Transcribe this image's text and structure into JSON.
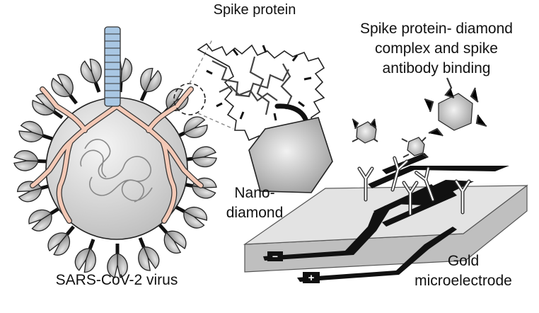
{
  "labels": {
    "spike_protein": "Spike protein",
    "complex_line1": "Spike protein- diamond",
    "complex_line2": "complex and spike",
    "complex_line3": "antibody binding",
    "nano_line1": "Nano-",
    "nano_line2": "diamond",
    "virus": "SARS-CoV-2 virus",
    "gold_line1": "Gold",
    "gold_line2": "microelectrode"
  },
  "electrode_terminals": {
    "negative": "−",
    "positive": "+"
  },
  "colors": {
    "virus_body": "#d9d9d9",
    "spike_petal": "#bdbdbd",
    "lung_branches": "#f4c9b6",
    "trachea": "#a9c7e3",
    "nanodiamond": "#b5b5b5",
    "electrode_trace": "#111111",
    "electrode_substrate": "#e3e3e3"
  }
}
